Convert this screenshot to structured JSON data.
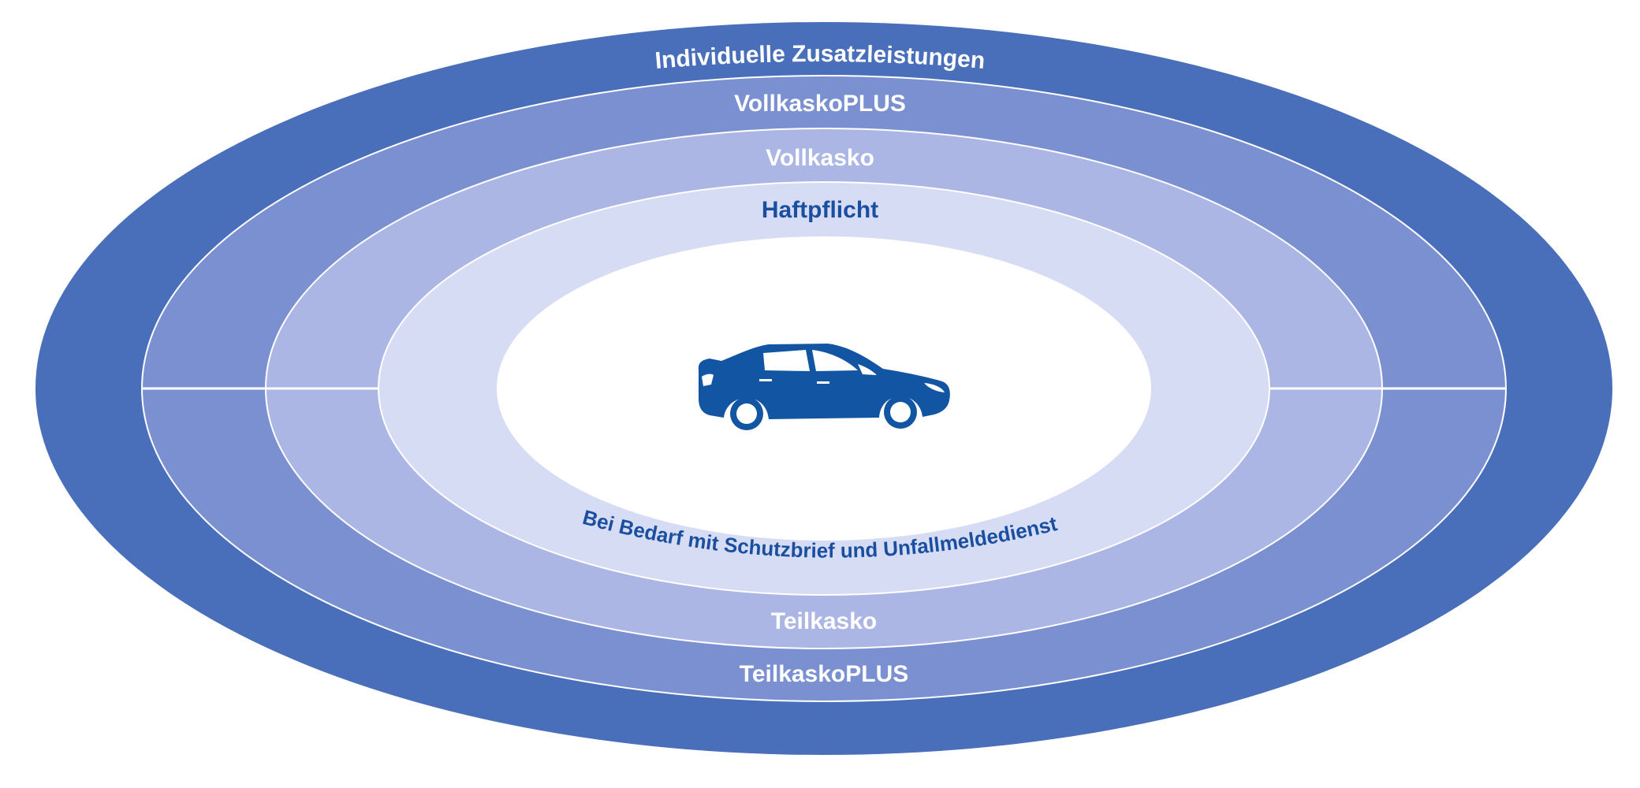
{
  "diagram": {
    "rings": [
      {
        "key": "outer",
        "color": "#4a6fba"
      },
      {
        "key": "ring2",
        "color": "#7b90d0"
      },
      {
        "key": "ring3",
        "color": "#abb6e4"
      },
      {
        "key": "ring4",
        "color": "#d7dcf5"
      },
      {
        "key": "center",
        "color": "#ffffff"
      }
    ],
    "divider_color": "#ffffff",
    "labels": {
      "individuelle": "Individuelle Zusatzleistungen",
      "vollkaskoplus": "VollkaskoPLUS",
      "vollkasko": "Vollkasko",
      "haftpflicht": "Haftpflicht",
      "schutzbrief": "Bei Bedarf mit Schutzbrief und Unfallmeldedienst",
      "teilkasko": "Teilkasko",
      "teilkaskoplus": "TeilkaskoPLUS"
    },
    "label_colors": {
      "light": "#ffffff",
      "dark": "#1a4f9f"
    },
    "icons": {
      "center": "car-icon"
    },
    "car_color": "#1255a3"
  }
}
